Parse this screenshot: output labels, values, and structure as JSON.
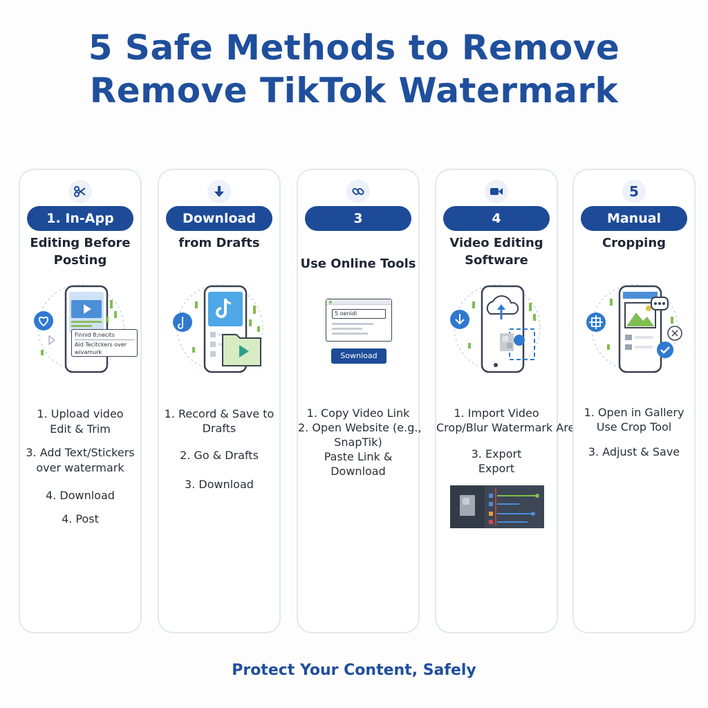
{
  "title": {
    "line1": "5 Safe Methods to Remove",
    "line2": "Remove TikTok Watermark"
  },
  "colors": {
    "accent": "#1d4b98",
    "title": "#1f4f9c",
    "green": "#7fbf4f",
    "screen": "#4c8fd8"
  },
  "cards": [
    {
      "icon": "scissors-icon",
      "pill": "1. In-App",
      "subtitle_lines": [
        "Editing Before",
        "Posting"
      ],
      "popup_lines": [
        "Finnid 8;necits",
        "Aid Tecitckers over",
        "wivamurk"
      ],
      "steps": [
        "1. Upload video",
        "Edit & Trim",
        "3. Add Text/Stickers",
        "over watermark",
        "4. Download",
        "4. Post"
      ]
    },
    {
      "icon": "download-arrow-icon",
      "pill": "Download",
      "subtitle_lines": [
        "from Drafts"
      ],
      "steps": [
        "1. Record & Save to",
        "Drafts",
        "2. Go & Drafts",
        "3. Download"
      ]
    },
    {
      "icon": "link-icon",
      "pill": "3",
      "subtitle_lines": [
        "Use Online Tools"
      ],
      "browser_input": "5 oenidl",
      "browser_button": "Sownload",
      "steps": [
        "1. Copy Video Link",
        "2. Open Website (e.g.,",
        "SnapTik)",
        "Paste Link &",
        "Download"
      ]
    },
    {
      "icon": "video-camera-icon",
      "pill": "4",
      "subtitle_lines": [
        "Video Editing",
        "Software"
      ],
      "steps": [
        "1. Import Video",
        "Crop/Blur Watermark Area",
        "3. Export",
        "Export"
      ]
    },
    {
      "icon": "number-five-icon",
      "icon_text": "5",
      "pill": "Manual",
      "subtitle_lines": [
        "Cropping"
      ],
      "steps": [
        "1. Open in Gallery",
        "Use Crop Tool",
        "3. Adjust & Save"
      ]
    }
  ],
  "footer": "Protect Your Content, Safely"
}
